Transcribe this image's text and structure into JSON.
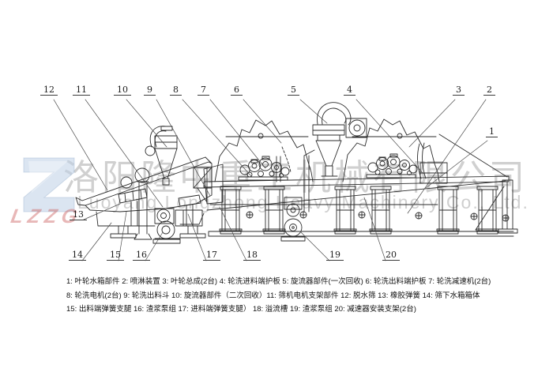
{
  "page": {
    "background": "#ffffff",
    "line_color": "#2b2b2b",
    "leader_color": "#4a4a4a"
  },
  "watermark": {
    "chinese": "洛阳隆中重工机械有限公司",
    "english": "Luoyang Longzhong Heavy Machinery Co., Ltd.",
    "logo_letters": "LZZG",
    "logo_z_color": "#c9d7e8",
    "logo_letters_color": "#cf8a8a",
    "text_color": "#bdbdbd"
  },
  "callouts": [
    {
      "n": "1"
    },
    {
      "n": "2"
    },
    {
      "n": "3"
    },
    {
      "n": "4"
    },
    {
      "n": "5"
    },
    {
      "n": "6"
    },
    {
      "n": "7"
    },
    {
      "n": "8"
    },
    {
      "n": "9"
    },
    {
      "n": "10"
    },
    {
      "n": "11"
    },
    {
      "n": "12"
    },
    {
      "n": "13"
    },
    {
      "n": "14"
    },
    {
      "n": "15"
    },
    {
      "n": "16"
    },
    {
      "n": "17"
    },
    {
      "n": "18"
    },
    {
      "n": "19"
    },
    {
      "n": "20"
    }
  ],
  "legend": {
    "rows": [
      "1: 叶轮水箱部件 2: 喷淋装置  3: 叶轮总成(2台) 4: 轮洗进料端护板   5: 旋流器部件(一次回收)  6: 轮洗出料端护板   7: 轮洗减速机(2台)",
      "8: 轮洗电机(2台)  9: 轮洗出料斗   10: 旋流器部件（二次回收）11: 筛机电机支架部件   12: 脱水筛   13: 橡胶弹簧   14: 筛下水箱箱体",
      "15: 出料端弹簧支腿   16: 渣浆泵组   17: 进料端弹簧支腿）   18: 溢流槽   19: 渣浆泵组   20: 减速器安装支架(2台)"
    ],
    "items": [
      {
        "num": "1",
        "label": "叶轮水箱部件"
      },
      {
        "num": "2",
        "label": "喷淋装置"
      },
      {
        "num": "3",
        "label": "叶轮总成(2台)"
      },
      {
        "num": "4",
        "label": "轮洗进料端护板"
      },
      {
        "num": "5",
        "label": "旋流器部件(一次回收)"
      },
      {
        "num": "6",
        "label": "轮洗出料端护板"
      },
      {
        "num": "7",
        "label": "轮洗减速机(2台)"
      },
      {
        "num": "8",
        "label": "轮洗电机(2台)"
      },
      {
        "num": "9",
        "label": "轮洗出料斗"
      },
      {
        "num": "10",
        "label": "旋流器部件（二次回收）"
      },
      {
        "num": "11",
        "label": "筛机电机支架部件"
      },
      {
        "num": "12",
        "label": "脱水筛"
      },
      {
        "num": "13",
        "label": "橡胶弹簧"
      },
      {
        "num": "14",
        "label": "筛下水箱箱体"
      },
      {
        "num": "15",
        "label": "出料端弹簧支腿"
      },
      {
        "num": "16",
        "label": "渣浆泵组"
      },
      {
        "num": "17",
        "label": "进料端弹簧支腿）"
      },
      {
        "num": "18",
        "label": "溢流槽"
      },
      {
        "num": "19",
        "label": "渣浆泵组"
      },
      {
        "num": "20",
        "label": "减速器安装支架(2台)"
      }
    ]
  }
}
